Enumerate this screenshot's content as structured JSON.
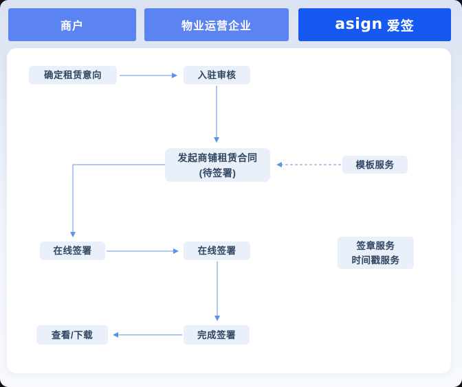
{
  "colors": {
    "outer_background": "#0e1016",
    "canvas_gradient_top": "#dbe2f2",
    "canvas_gradient_bottom": "#f7f9fd",
    "lane_blue": "#5b84f1",
    "brand_lane_blue": "#1659f0",
    "card_background": "#ffffff",
    "node_background": "#e9f0fa",
    "node_text": "#2f4560",
    "connector_blue": "#85a9ec",
    "arrowhead_blue": "#5d92e9"
  },
  "header": {
    "lanes": [
      {
        "label": "商户"
      },
      {
        "label": "物业运营企业"
      }
    ],
    "brand": {
      "latin": "asign",
      "cjk": "爱签"
    }
  },
  "flow": {
    "nodes": {
      "intent": {
        "label": "确定租赁意向"
      },
      "review": {
        "label": "入驻审核"
      },
      "contract": {
        "line1": "发起商铺租赁合同",
        "line2": "(待签署)"
      },
      "template": {
        "label": "模板服务"
      },
      "sign_merchant": {
        "label": "在线签署"
      },
      "sign_property": {
        "label": "在线签署"
      },
      "services": {
        "line1": "签章服务",
        "line2": "时间戳服务"
      },
      "view_download": {
        "label": "查看/下载"
      },
      "complete": {
        "label": "完成签署"
      }
    },
    "connections": [
      {
        "from": "intent",
        "to": "review",
        "style": "solid"
      },
      {
        "from": "review",
        "to": "contract",
        "style": "solid"
      },
      {
        "from": "template",
        "to": "contract",
        "style": "dashed"
      },
      {
        "from": "contract",
        "to": "sign_merchant",
        "style": "solid"
      },
      {
        "from": "sign_merchant",
        "to": "sign_property",
        "style": "solid"
      },
      {
        "from": "sign_property",
        "to": "complete",
        "style": "solid"
      },
      {
        "from": "complete",
        "to": "view_download",
        "style": "solid"
      }
    ]
  }
}
